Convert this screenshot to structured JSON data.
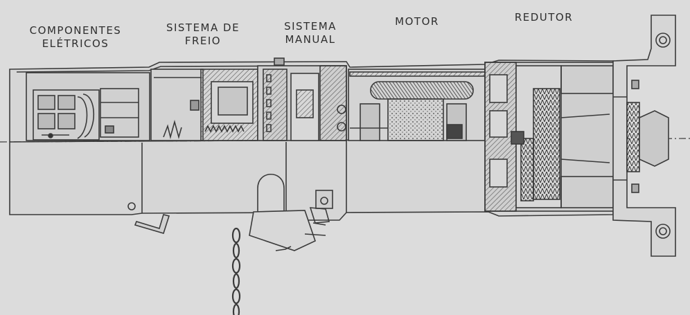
{
  "labels": {
    "eletricos": [
      "COMPONENTES",
      "ELÉTRICOS"
    ],
    "freio": [
      "SISTEMA DE",
      "FREIO"
    ],
    "manual": [
      "SISTEMA",
      "MANUAL"
    ],
    "motor": [
      "MOTOR"
    ],
    "redutor": [
      "REDUTOR"
    ]
  },
  "colors": {
    "background": "#dcdcdc",
    "line": "#3a3a3a",
    "fill": "#d2d2d2",
    "hatch": "#555555"
  }
}
